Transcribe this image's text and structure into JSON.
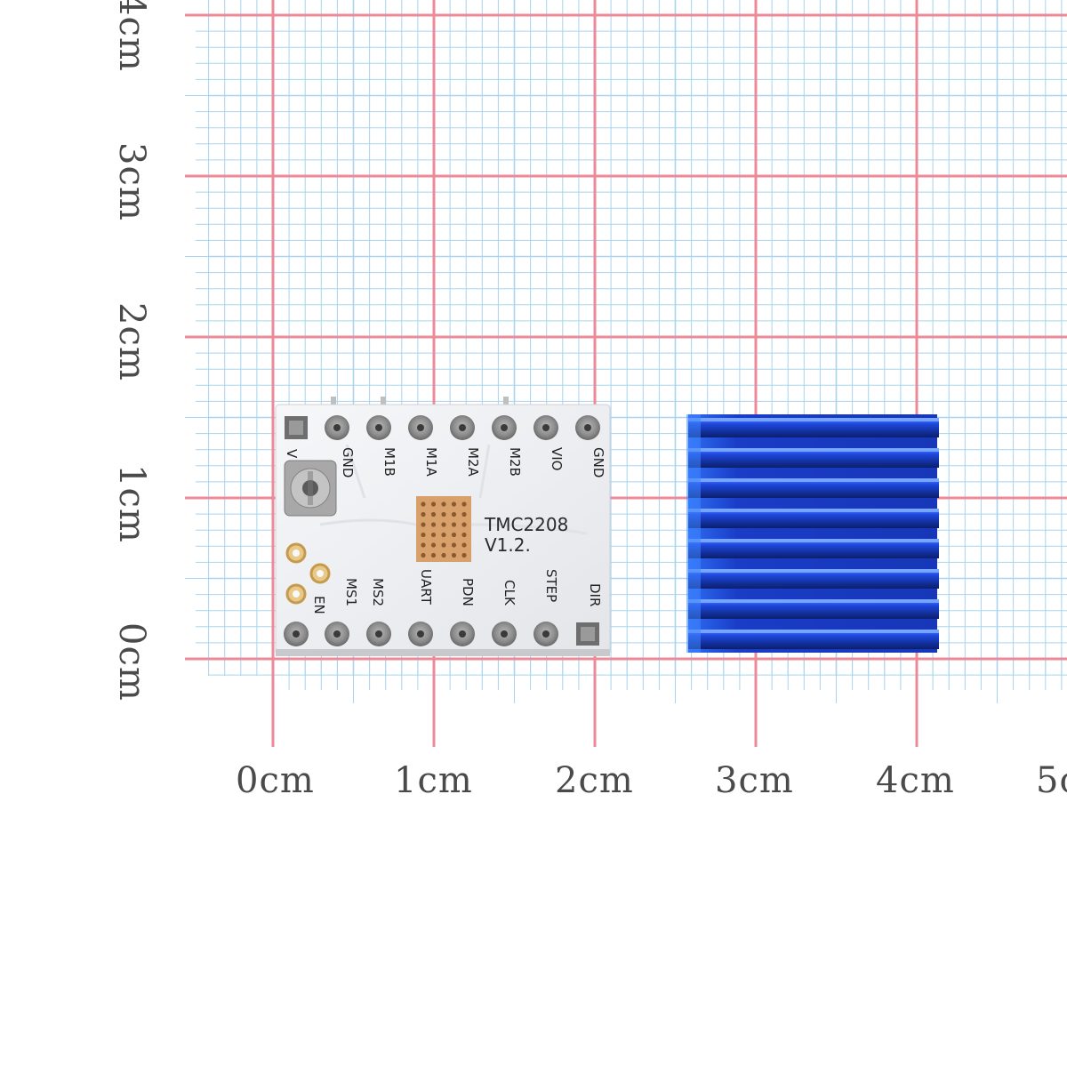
{
  "photo": {
    "subject": "",
    "grid_colors": {
      "paper": "#ffffff",
      "minor_line": "#a9d3ee",
      "major_line": "#ec8a98"
    }
  },
  "ruler": {
    "x_labels": [
      "0cm",
      "1cm",
      "2cm",
      "3cm",
      "4cm",
      "5c"
    ],
    "y_labels": [
      "0cm",
      "1cm",
      "2cm",
      "3cm",
      "4cm"
    ]
  },
  "board": {
    "chip_label": "TMC2208",
    "version_label": "V1.2.",
    "top_pins": [
      "GND",
      "M1B",
      "M1A",
      "M2A",
      "M2B",
      "VIO",
      "GND"
    ],
    "top_left_pin": "V",
    "bottom_pins": [
      "EN",
      "MS1",
      "MS2",
      "UART",
      "PDN",
      "CLK",
      "STEP",
      "DIR"
    ],
    "board_color": "#f1f2f4",
    "heatsink_color": "#1f3fd1"
  }
}
